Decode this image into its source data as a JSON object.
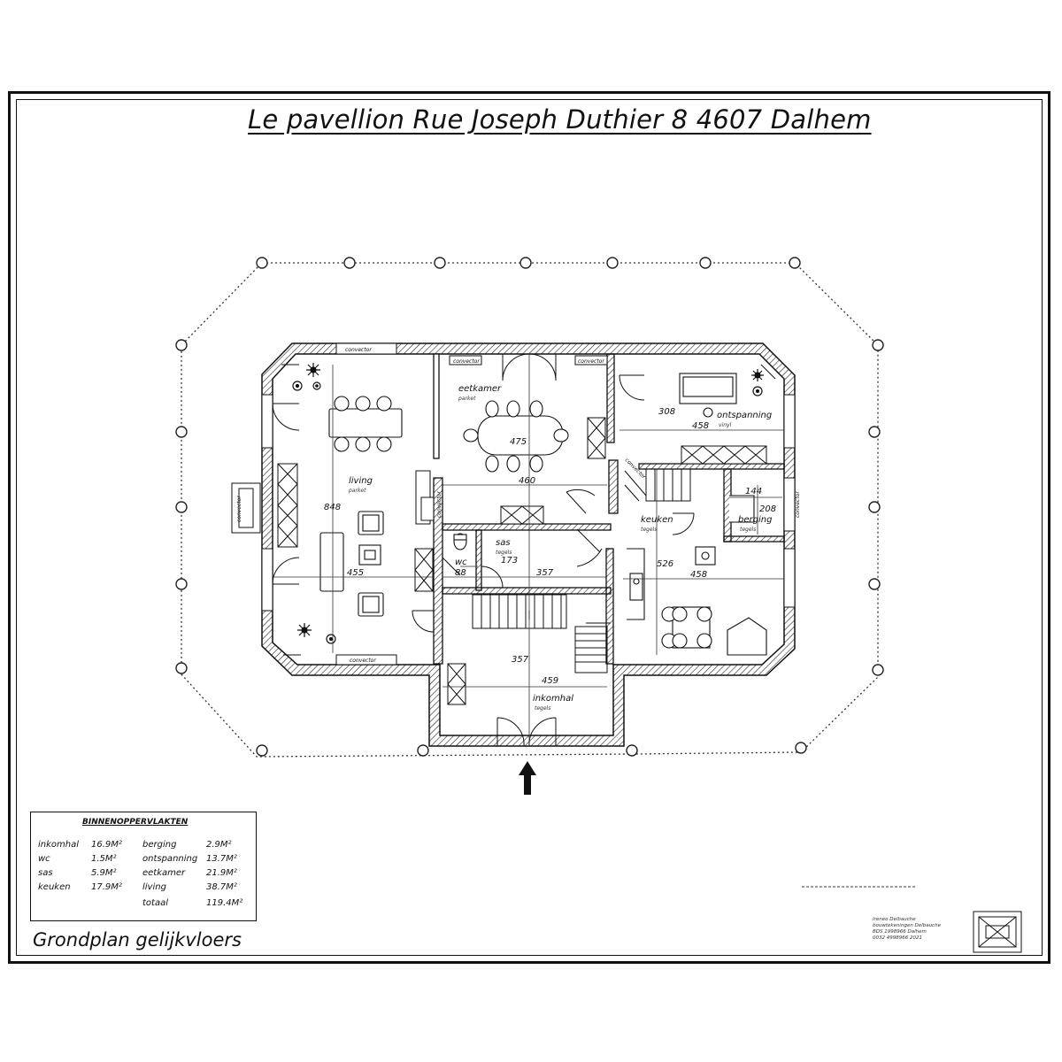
{
  "title": "Le pavellion Rue Joseph Duthier 8  4607 Dalhem",
  "subtitle": "Grondplan gelijkvloers",
  "rooms": {
    "living": {
      "name": "living",
      "floor": "parket"
    },
    "eetkamer": {
      "name": "eetkamer",
      "floor": "parket"
    },
    "ontspanning": {
      "name": "ontspanning",
      "floor": "vinyl"
    },
    "keuken": {
      "name": "keuken",
      "floor": "tegels"
    },
    "berging": {
      "name": "berging",
      "floor": "tegels"
    },
    "sas": {
      "name": "sas",
      "floor": "tegels"
    },
    "wc": {
      "name": "wc"
    },
    "inkomhal": {
      "name": "inkomhal",
      "floor": "tegels"
    }
  },
  "dimensions": {
    "living_length": "848",
    "living_width": "455",
    "eetkamer_width": "475",
    "eetkamer_length": "460",
    "ontspanning_depth": "308",
    "ontspanning_width": "458",
    "berging_width": "144",
    "berging_length": "208",
    "keuken_length": "526",
    "keuken_width": "458",
    "sas_width": "173",
    "sas_length": "357",
    "wc_width": "88",
    "hall_width": "357",
    "hall_length": "459"
  },
  "wall_labels": {
    "convector_top_left": "convector",
    "convector_top_mid": "convector",
    "convector_top_right": "convector",
    "convector_left": "convector",
    "convector_bottom": "convector",
    "convector_mid": "convector",
    "convector_right": "convector",
    "convector_keuken": "convector"
  },
  "legend": {
    "title": "BINNENOPPERVLAKTEN",
    "rows": [
      {
        "room": "inkomhal",
        "area": "16.9M²"
      },
      {
        "room": "wc",
        "area": "1.5M²"
      },
      {
        "room": "sas",
        "area": "5.9M²"
      },
      {
        "room": "keuken",
        "area": "17.9M²"
      }
    ],
    "rows_right": [
      {
        "room": "berging",
        "area": "2.9M²"
      },
      {
        "room": "ontspanning",
        "area": "13.7M²"
      },
      {
        "room": "eetkamer",
        "area": "21.9M²"
      },
      {
        "room": "living",
        "area": "38.7M²"
      },
      {
        "room": "totaal",
        "area": "119.4M²"
      }
    ]
  },
  "stamp_lines": [
    "Ireneo Delbauche",
    "bouwtekeningen Delbauche",
    "BDS 1998966 Dalhem",
    "0032 4998966 2021"
  ],
  "entrance_arrow": "entrance-arrow"
}
